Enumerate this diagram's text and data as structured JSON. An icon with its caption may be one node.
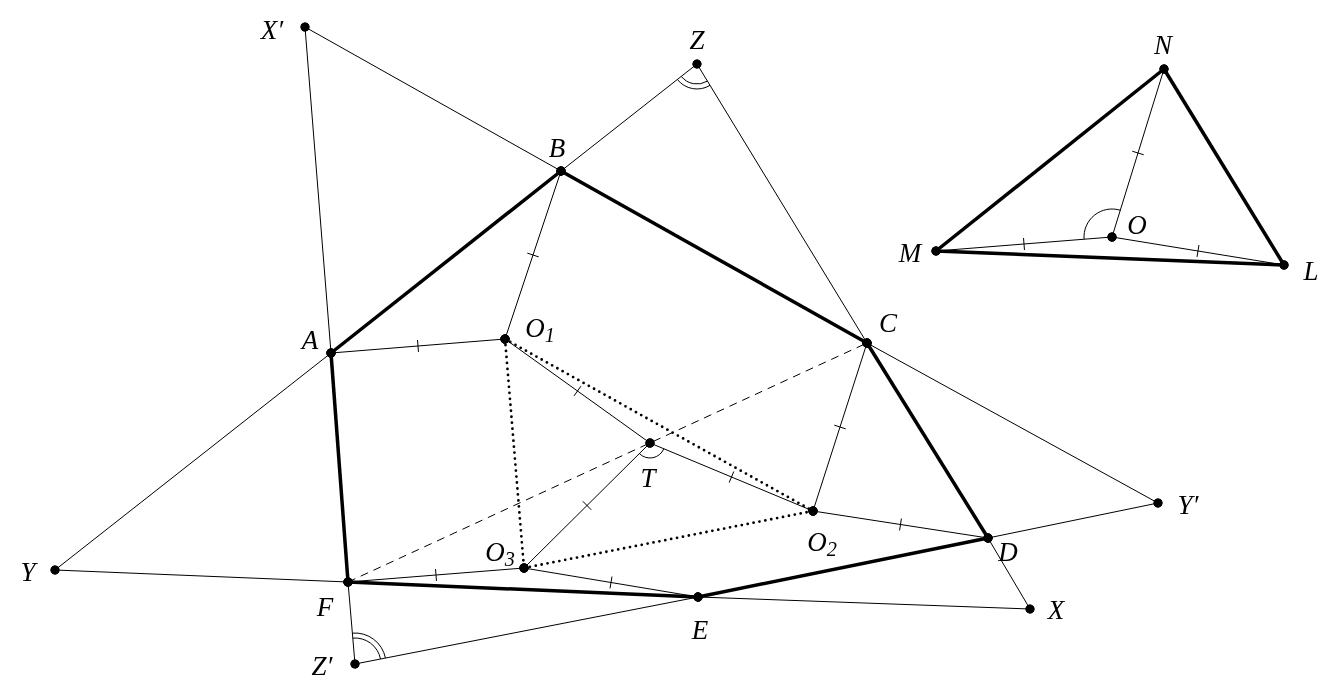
{
  "diagram": {
    "nodes": [
      {
        "text": [
          "X′"
        ]
      },
      {
        "text": [
          "Z"
        ]
      },
      {
        "text": [
          "N"
        ]
      },
      {
        "text": [
          "B"
        ]
      },
      {
        "text": [
          "O"
        ]
      },
      {
        "text": [
          "M"
        ]
      },
      {
        "text": [
          "L"
        ]
      },
      {
        "text": [
          "A"
        ]
      },
      {
        "text": [
          "O$_{1}$"
        ]
      },
      {
        "text": [
          "C"
        ]
      },
      {
        "text": [
          "T"
        ]
      },
      {
        "text": [
          "O$_{2}$"
        ]
      },
      {
        "text": [
          "Y′"
        ]
      },
      {
        "text": [
          "D"
        ]
      },
      {
        "text": [
          "Y"
        ]
      },
      {
        "text": [
          "F"
        ]
      },
      {
        "text": [
          "O$_{3}$"
        ]
      },
      {
        "text": [
          "E"
        ]
      },
      {
        "text": [
          "X"
        ]
      },
      {
        "text": [
          "Z′"
        ]
      }
    ],
    "edges": [
      {
        "from": 0,
        "to": 7,
        "arrow": "other"
      },
      {
        "from": 0,
        "to": 3,
        "arrow": "other"
      },
      {
        "from": 7,
        "to": 3,
        "arrow": "other",
        "style": "thick"
      },
      {
        "from": 3,
        "to": 1,
        "arrow": "other"
      },
      {
        "from": 3,
        "to": 9,
        "arrow": "other",
        "style": "thick"
      },
      {
        "from": 1,
        "to": 9,
        "arrow": "other"
      },
      {
        "from": 9,
        "to": 13,
        "arrow": "other",
        "style": "thick"
      },
      {
        "from": 13,
        "to": 18,
        "arrow": "other"
      },
      {
        "from": 9,
        "to": 12,
        "arrow": "other"
      },
      {
        "from": 13,
        "to": 17,
        "arrow": "other",
        "style": "thick"
      },
      {
        "from": 13,
        "to": 12,
        "arrow": "other"
      },
      {
        "from": 17,
        "to": 15,
        "arrow": "other",
        "style": "thick"
      },
      {
        "from": 17,
        "to": 18,
        "arrow": "other"
      },
      {
        "from": 15,
        "to": 14,
        "arrow": "other"
      },
      {
        "from": 14,
        "to": 7,
        "arrow": "other"
      },
      {
        "from": 7,
        "to": 15,
        "arrow": "other",
        "style": "thick"
      },
      {
        "from": 15,
        "to": 19,
        "arrow": "other"
      },
      {
        "from": 19,
        "to": 17,
        "arrow": "other"
      },
      {
        "from": 7,
        "to": 8,
        "arrow": "other"
      },
      {
        "from": 3,
        "to": 8,
        "arrow": "other"
      },
      {
        "from": 8,
        "to": 10,
        "arrow": "other"
      },
      {
        "from": 10,
        "to": 11,
        "arrow": "other"
      },
      {
        "from": 9,
        "to": 11,
        "arrow": "other"
      },
      {
        "from": 11,
        "to": 13,
        "arrow": "other"
      },
      {
        "from": 10,
        "to": 16,
        "arrow": "other"
      },
      {
        "from": 16,
        "to": 15,
        "arrow": "other"
      },
      {
        "from": 16,
        "to": 17,
        "arrow": "other"
      },
      {
        "from": 15,
        "to": 9,
        "arrow": "other",
        "style": "dashed"
      },
      {
        "from": 8,
        "to": 11,
        "arrow": "other",
        "style": "dashed"
      },
      {
        "from": 8,
        "to": 16,
        "arrow": "other",
        "style": "dashed"
      },
      {
        "from": 16,
        "to": 11,
        "arrow": "other",
        "style": "dashed"
      },
      {
        "from": 5,
        "to": 2,
        "arrow": "other",
        "style": "thick"
      },
      {
        "from": 2,
        "to": 6,
        "arrow": "other",
        "style": "thick"
      },
      {
        "from": 5,
        "to": 6,
        "arrow": "other",
        "style": "thick"
      },
      {
        "from": 4,
        "to": 2,
        "arrow": "other"
      },
      {
        "from": 4,
        "to": 5,
        "arrow": "other"
      },
      {
        "from": 4,
        "to": 6,
        "arrow": "other"
      }
    ]
  }
}
